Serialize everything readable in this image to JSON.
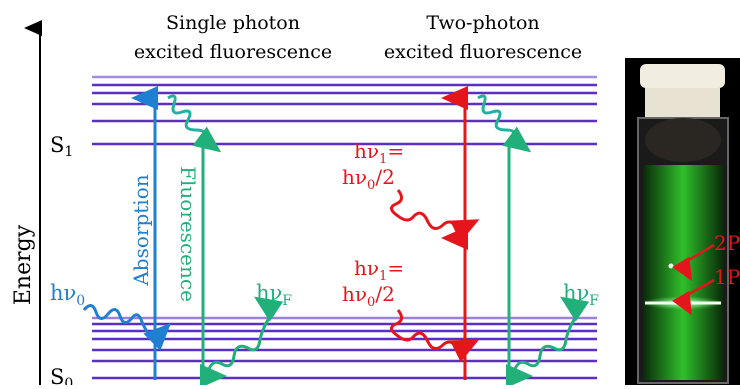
{
  "axis": {
    "label": "Energy"
  },
  "panels": {
    "single": {
      "title_line1": "Single photon",
      "title_line2": "excited fluorescence"
    },
    "two": {
      "title_line1": "Two-photon",
      "title_line2": "excited fluorescence"
    }
  },
  "states": {
    "s1": "S",
    "s1_sub": "1",
    "s0": "S",
    "s0_sub": "0"
  },
  "labels": {
    "absorption": "Absorption",
    "fluorescence": "Fluorescence",
    "hv0_main": "hν",
    "hv0_sub": "0",
    "hvF_main": "hν",
    "hvF_sub": "F",
    "two_photon_a": "hν",
    "two_photon_a_sub": "1",
    "two_photon_eq": "=",
    "two_photon_b": "hν",
    "two_photon_b_sub": "0",
    "two_photon_c": "/2"
  },
  "photo": {
    "label_2p": "2P",
    "label_1p": "1P"
  },
  "colors": {
    "level_line": "#5b2fc4",
    "absorption": "#1f7fd0",
    "fluorescence": "#22b07a",
    "two_photon": "#e4161b",
    "glow": "#3a2fa8",
    "fluor_green": "#3adf3a"
  }
}
